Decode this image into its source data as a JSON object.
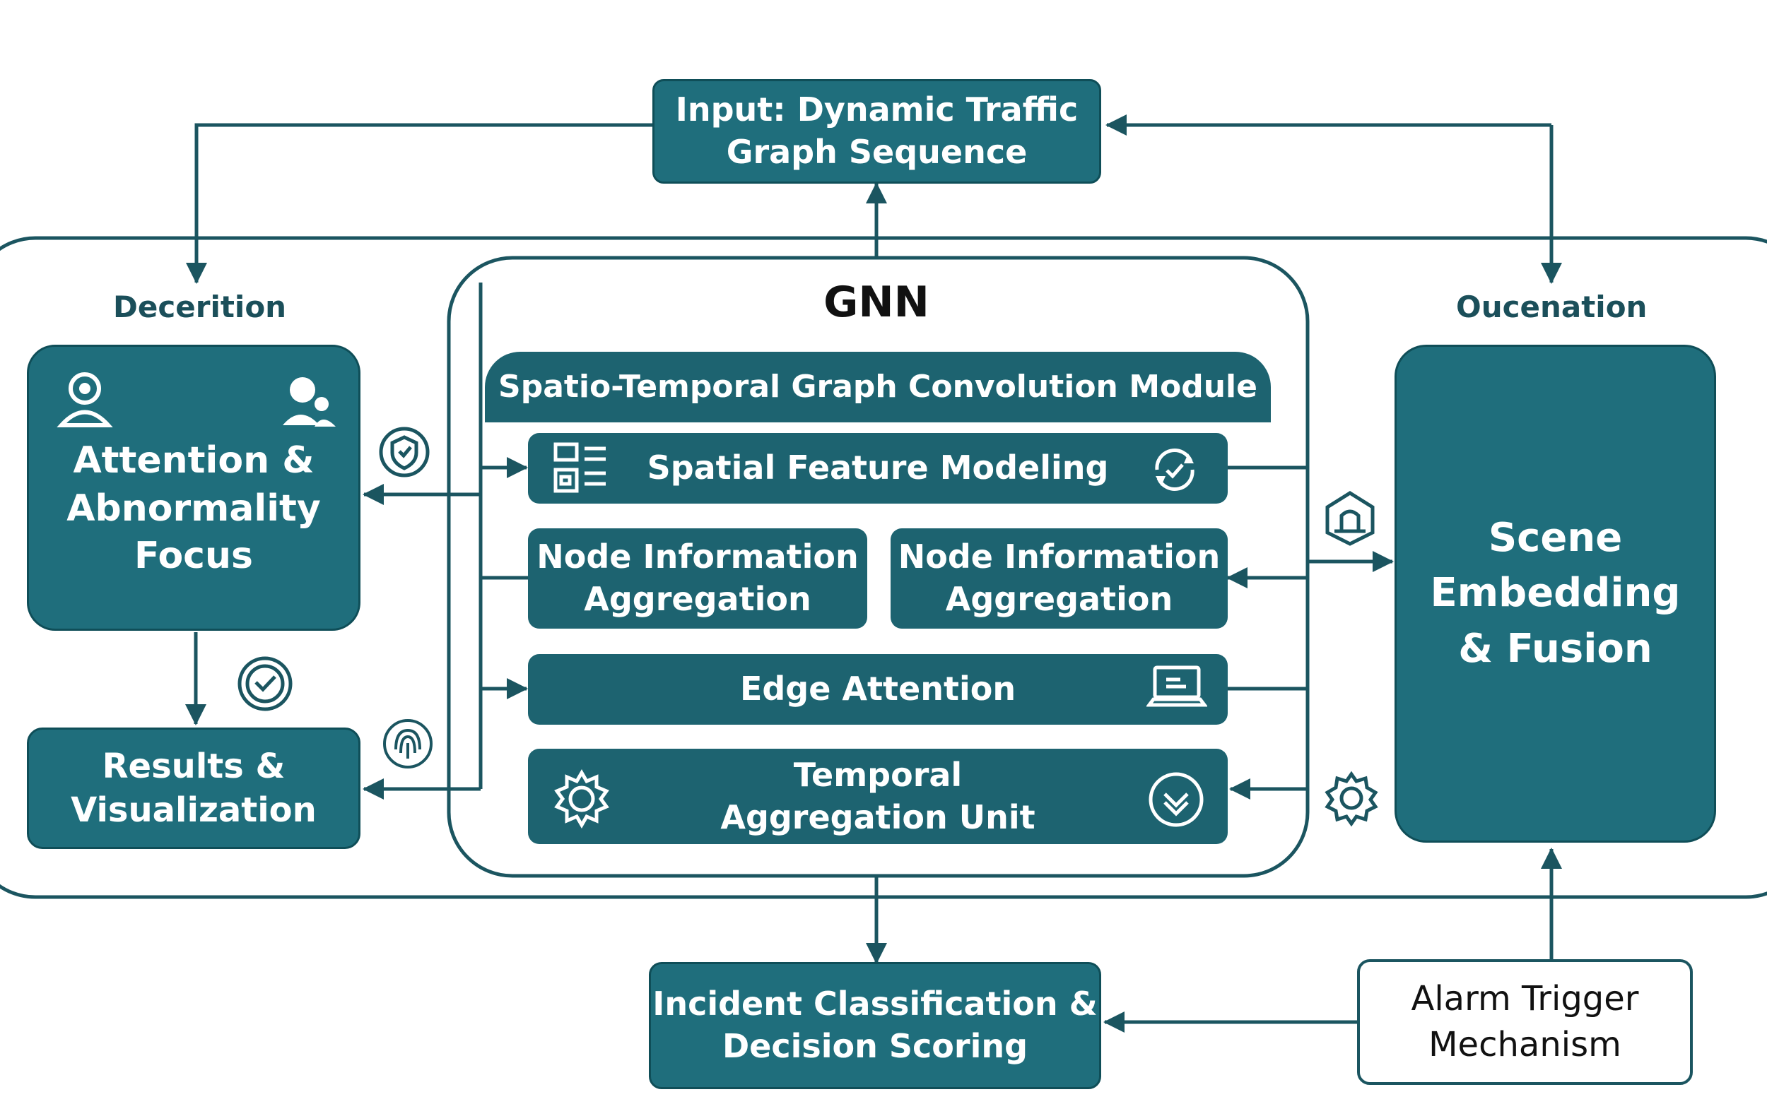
{
  "input_box": {
    "line1": "Input: Dynamic Traffic",
    "line2": "Graph Sequence"
  },
  "left_section": {
    "title": "Decerition"
  },
  "right_section": {
    "title": "Oucenation"
  },
  "gnn": {
    "title": "GNN"
  },
  "module": {
    "title": "Spatio-Temporal Graph Convolution Module"
  },
  "blocks": {
    "spatial": "Spatial Feature Modeling",
    "node_left": {
      "line1": "Node Information",
      "line2": "Aggregation"
    },
    "node_right": {
      "line1": "Node Information",
      "line2": "Aggregation"
    },
    "edge": "Edge Attention",
    "temporal": {
      "line1": "Temporal",
      "line2": "Aggregation Unit"
    }
  },
  "attention_box": {
    "line1": "Attention &",
    "line2": "Abnormality",
    "line3": "Focus"
  },
  "results_box": {
    "line1": "Results &",
    "line2": "Visualization"
  },
  "scene_box": {
    "line1": "Scene",
    "line2": "Embedding",
    "line3": "& Fusion"
  },
  "incident_box": {
    "line1": "Incident Classification &",
    "line2": "Decision Scoring"
  },
  "alarm_box": {
    "line1": "Alarm Trigger",
    "line2": "Mechanism"
  },
  "colors": {
    "primary": "#1f6e7c",
    "dark": "#0f4e58",
    "line": "#1b5560"
  },
  "icons": [
    "user-icon",
    "people-icon",
    "shield-icon",
    "grid-icon",
    "refresh-icon",
    "laptop-icon",
    "gear-icon",
    "check-circle-icon",
    "badge-icon",
    "fingerprint-icon",
    "house-icon",
    "cog-icon"
  ]
}
